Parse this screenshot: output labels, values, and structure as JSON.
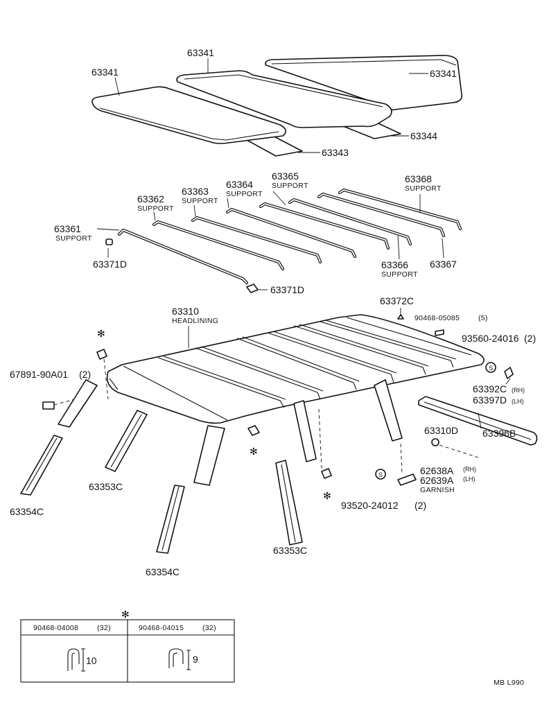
{
  "diagram": {
    "sunroof_panels": [
      {
        "part": "63341"
      },
      {
        "part": "63341"
      },
      {
        "part": "63341"
      }
    ],
    "rails": [
      {
        "part": "63343"
      },
      {
        "part": "63344"
      }
    ],
    "supports": [
      {
        "part": "63361",
        "desc": "SUPPORT"
      },
      {
        "part": "63362",
        "desc": "SUPPORT"
      },
      {
        "part": "63363",
        "desc": "SUPPORT"
      },
      {
        "part": "63364",
        "desc": "SUPPORT"
      },
      {
        "part": "63365",
        "desc": "SUPPORT"
      },
      {
        "part": "63366",
        "desc": "SUPPORT"
      },
      {
        "part": "63367"
      },
      {
        "part": "63368",
        "desc": "SUPPORT"
      }
    ],
    "clips": [
      {
        "part": "63371D"
      },
      {
        "part": "63371D"
      },
      {
        "part": "63372C"
      }
    ],
    "headlining": {
      "part": "63310",
      "desc": "HEADLINING"
    },
    "fasteners": [
      {
        "part": "90468-05085",
        "qty": "(5)"
      },
      {
        "part": "93560-24016",
        "qty": "(2)"
      },
      {
        "part": "67891-90A01",
        "qty": "(2)"
      },
      {
        "part": "93520-24012",
        "qty": "(2)"
      }
    ],
    "brackets": [
      {
        "part": "63392C",
        "side": "(RH)"
      },
      {
        "part": "63397D",
        "side": "(LH)"
      }
    ],
    "rear_trim": [
      {
        "part": "63310D"
      },
      {
        "part": "63396B"
      }
    ],
    "garnish": {
      "rh": {
        "part": "62638A",
        "side": "(RH)"
      },
      "lh": {
        "part": "62639A",
        "side": "(LH)"
      },
      "desc": "GARNISH"
    },
    "pillars": [
      {
        "part": "63353C"
      },
      {
        "part": "63353C"
      },
      {
        "part": "63354C"
      },
      {
        "part": "63354C"
      }
    ],
    "symbols": {
      "asterisk": "✻",
      "s_mark": "S"
    },
    "clip_table": {
      "mark": "✻",
      "columns": [
        {
          "part": "90468-04008",
          "qty": "(32)",
          "dimension": "10"
        },
        {
          "part": "90468-04015",
          "qty": "(32)",
          "dimension": "9"
        }
      ]
    },
    "footer_code": "MB L990"
  }
}
